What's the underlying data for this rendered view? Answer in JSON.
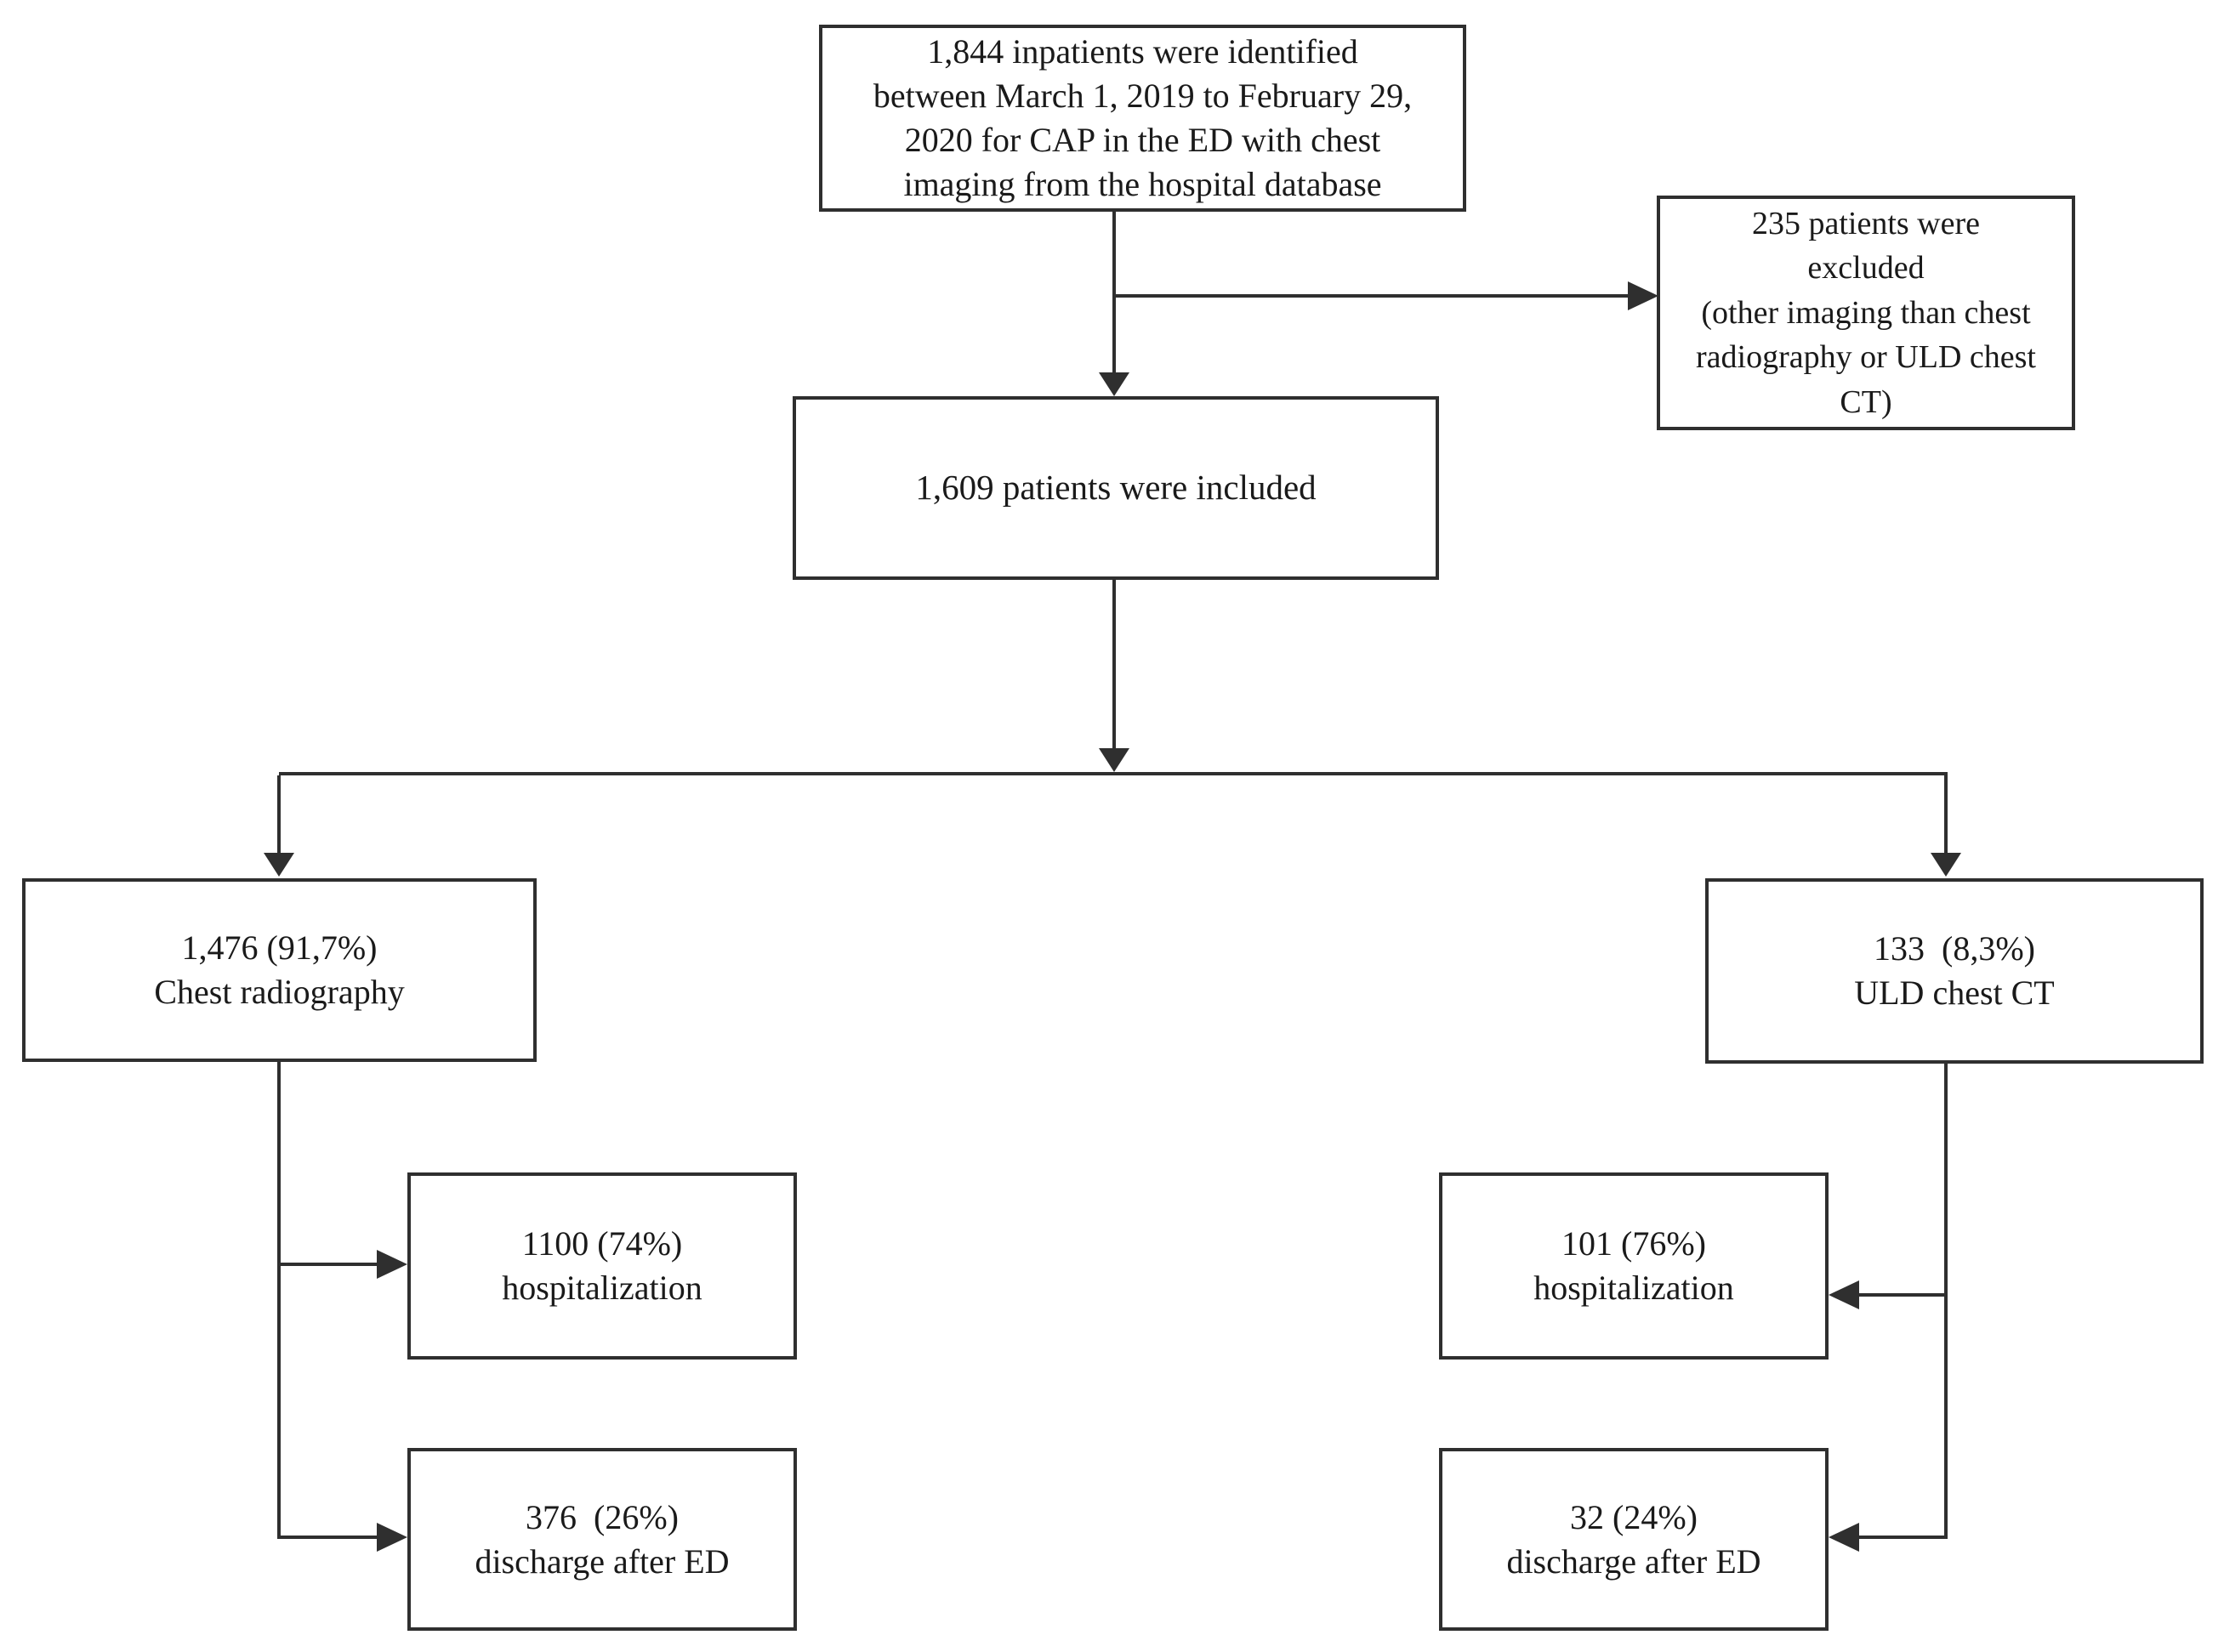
{
  "figure": {
    "type": "flowchart",
    "background": "#ffffff",
    "line_color": "#2f2f2f",
    "text_color": "#1a1a1a"
  },
  "nodes": {
    "identified": {
      "label": "1,844 inpatients were identified\nbetween March 1, 2019 to February 29,\n2020 for CAP in the ED with chest\nimaging from the hospital database"
    },
    "excluded": {
      "label": "235 patients were\nexcluded\n(other imaging than chest\nradiography or ULD chest\nCT)"
    },
    "included": {
      "label": "1,609 patients were included"
    },
    "chest_radiography": {
      "label": "1,476 (91,7%)\nChest radiography"
    },
    "uld_chest_ct": {
      "label": "133  (8,3%)\nULD chest CT"
    },
    "xray_hospitalization": {
      "label": "1100 (74%)\nhospitalization"
    },
    "xray_discharge": {
      "label": "376  (26%)\ndischarge after ED"
    },
    "ct_hospitalization": {
      "label": "101 (76%)\nhospitalization"
    },
    "ct_discharge": {
      "label": "32 (24%)\ndischarge after ED"
    }
  },
  "edges": [
    {
      "from": "identified",
      "to": "included"
    },
    {
      "from": "identified",
      "to": "excluded"
    },
    {
      "from": "included",
      "to": "chest_radiography"
    },
    {
      "from": "included",
      "to": "uld_chest_ct"
    },
    {
      "from": "chest_radiography",
      "to": "xray_hospitalization"
    },
    {
      "from": "chest_radiography",
      "to": "xray_discharge"
    },
    {
      "from": "uld_chest_ct",
      "to": "ct_hospitalization"
    },
    {
      "from": "uld_chest_ct",
      "to": "ct_discharge"
    }
  ]
}
